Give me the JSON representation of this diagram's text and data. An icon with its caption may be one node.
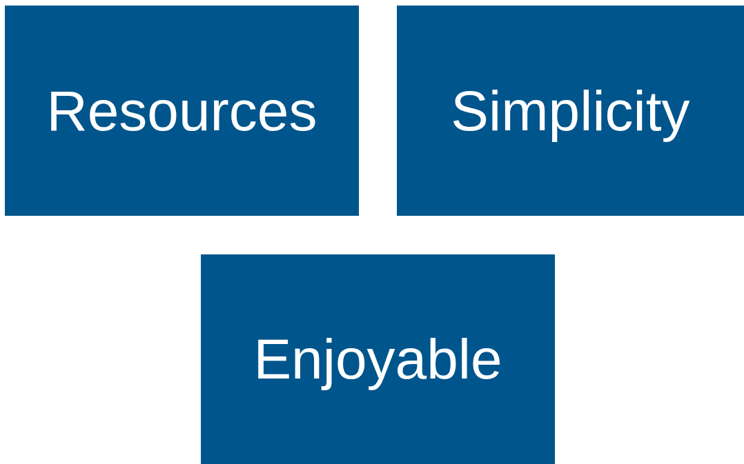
{
  "diagram": {
    "nodes": [
      {
        "text": [
          "Resources"
        ]
      },
      {
        "text": [
          "Simplicity"
        ]
      },
      {
        "text": [
          "Enjoyable"
        ]
      }
    ]
  }
}
